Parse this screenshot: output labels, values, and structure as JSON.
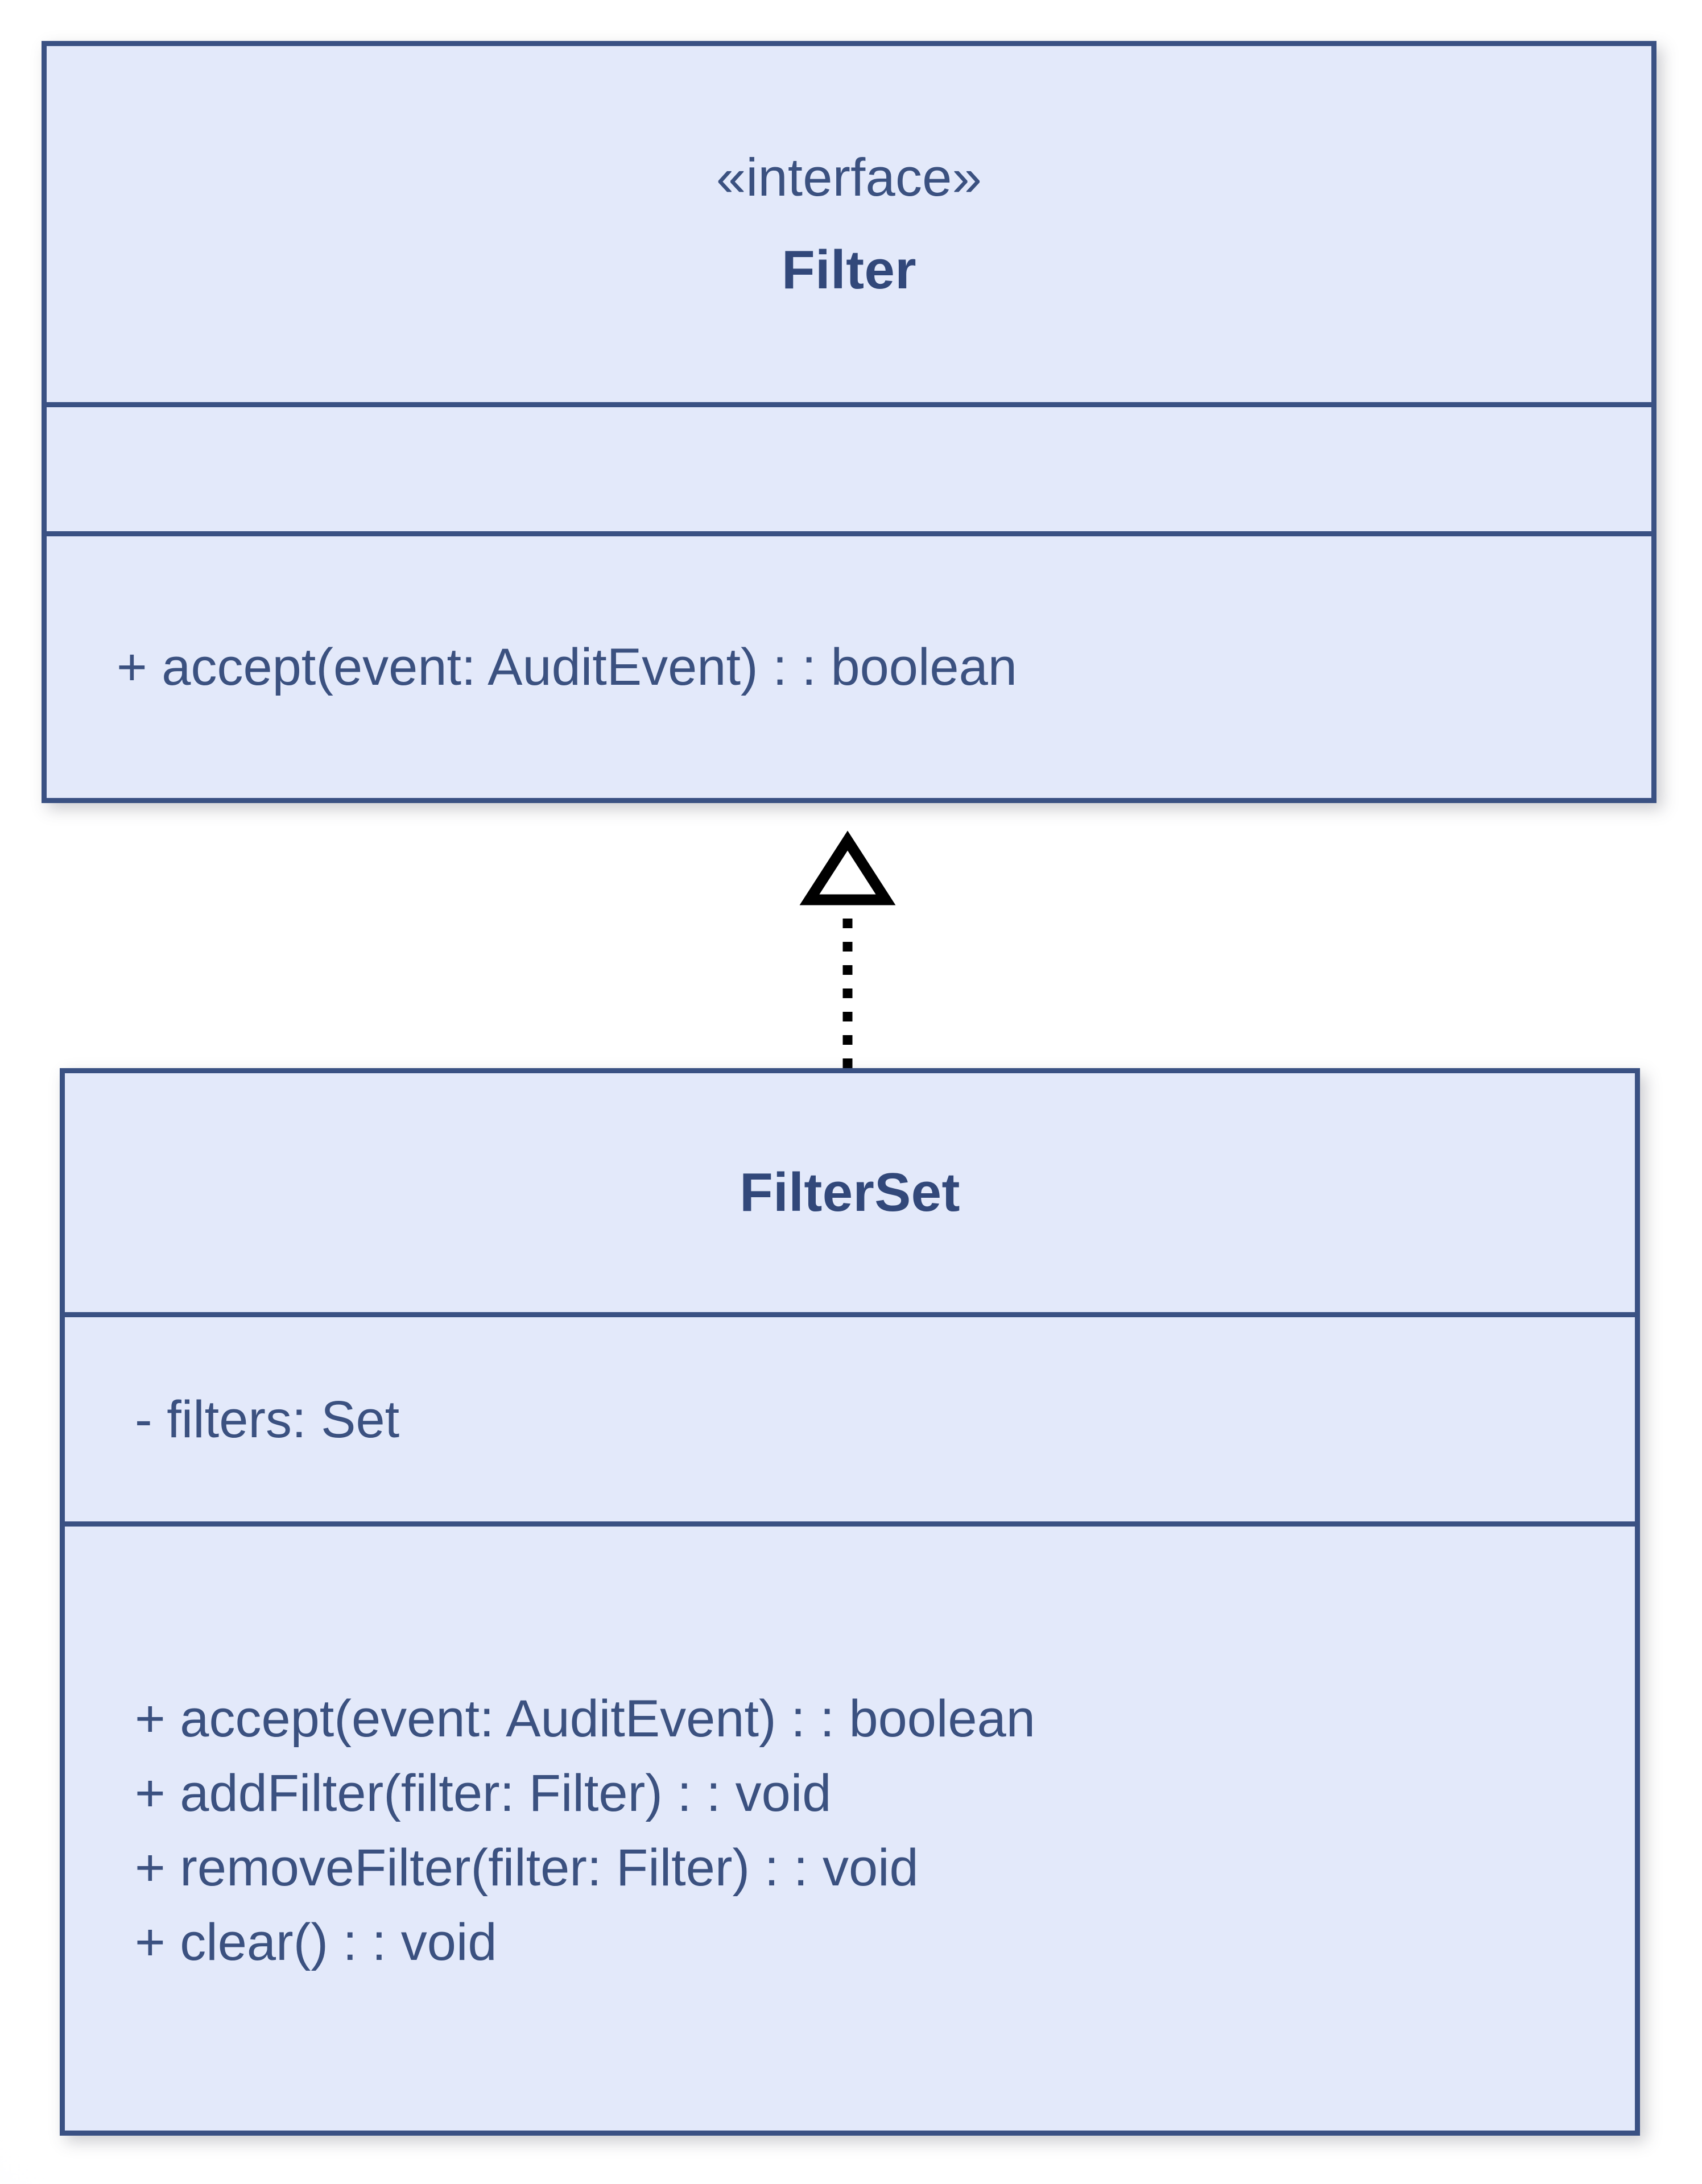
{
  "diagram": {
    "type": "uml-class-diagram",
    "background_color": "#ffffff",
    "box_fill_color": "#e3e9fa",
    "box_border_color": "#3a5183",
    "text_color": "#3b5180",
    "relationship_color": "#000000"
  },
  "classes": [
    {
      "id": "filter",
      "stereotype": "«interface»",
      "name": "Filter",
      "attributes": [],
      "operations": [
        "+ accept(event: AuditEvent) : : boolean"
      ]
    },
    {
      "id": "filterset",
      "stereotype": "",
      "name": "FilterSet",
      "attributes": [
        "- filters: Set"
      ],
      "operations": [
        "+ accept(event: AuditEvent) : : boolean",
        "+ addFilter(filter: Filter) : : void",
        "+ removeFilter(filter: Filter) : : void",
        "+ clear() : : void"
      ]
    }
  ],
  "relationships": [
    {
      "id": "filterset-realizes-filter",
      "kind": "realization",
      "line_style": "dotted",
      "arrow_head": "hollow-triangle",
      "source": "FilterSet",
      "target": "Filter"
    }
  ]
}
